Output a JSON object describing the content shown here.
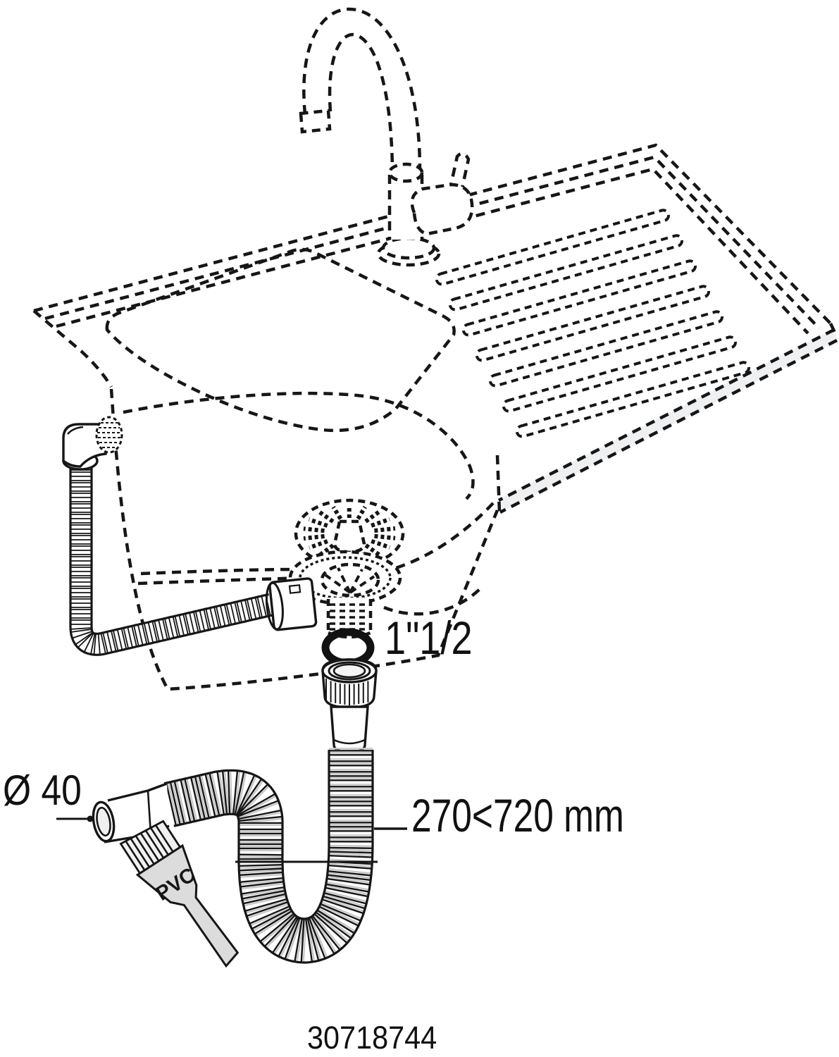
{
  "labels": {
    "oring_size": "1\"1/2",
    "outlet_diameter": "Ø 40",
    "hose_length_range": "270<720 mm",
    "part_number": "30718744",
    "brush_material": "PVC"
  },
  "colors": {
    "line": "#161616",
    "background": "#ffffff",
    "brush_fill": "#dcdcdc",
    "face_tint": "#eef0f2",
    "oring": "#111111"
  }
}
